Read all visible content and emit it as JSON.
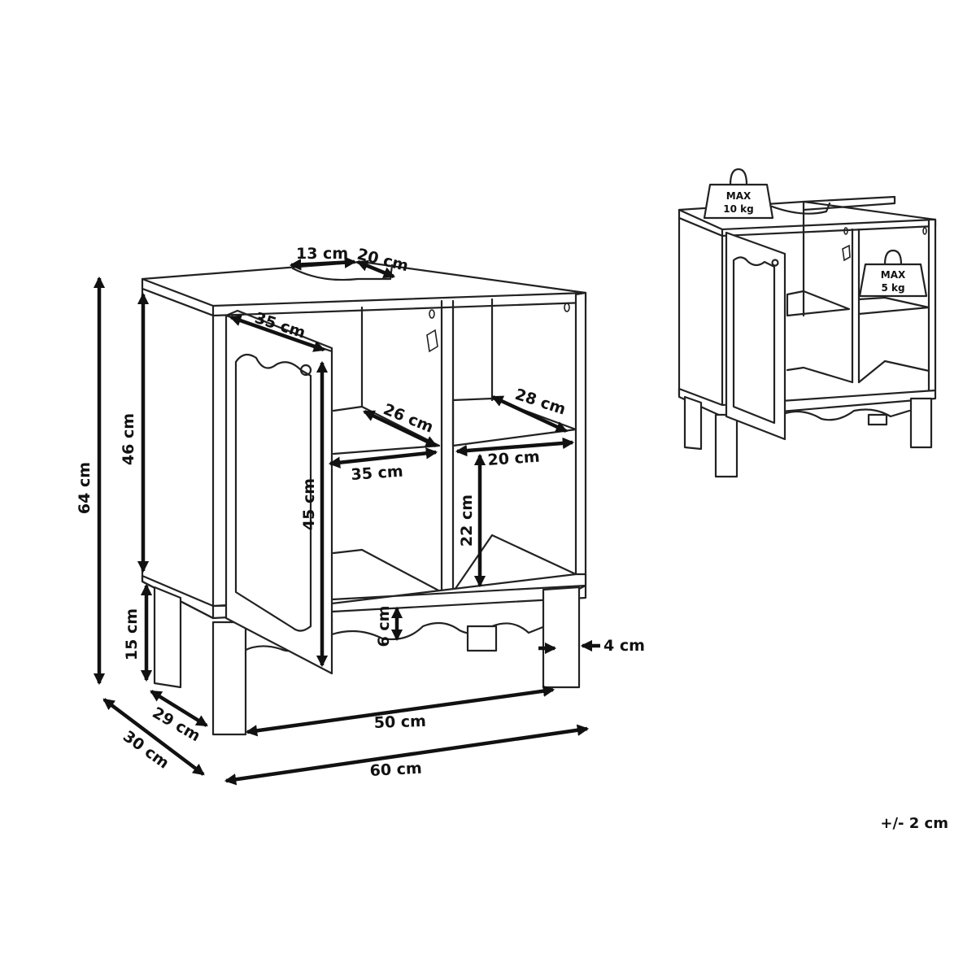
{
  "dimensions": {
    "top_opening_width": "13 cm",
    "top_opening_depth": "20 cm",
    "door_width": "35 cm",
    "upper_body_height": "46 cm",
    "total_height": "64 cm",
    "door_height": "45 cm",
    "left_shelf_depth": "26 cm",
    "left_shelf_width": "35 cm",
    "right_shelf_depth": "28 cm",
    "right_shelf_width": "20 cm",
    "right_compartment_height": "22 cm",
    "leg_height": "15 cm",
    "apron_height": "6 cm",
    "leg_width": "4 cm",
    "inner_depth": "29 cm",
    "outer_depth": "30 cm",
    "inner_width": "50 cm",
    "outer_width": "60 cm"
  },
  "weights": {
    "top": {
      "line1": "MAX",
      "line2": "10 kg"
    },
    "shelf": {
      "line1": "MAX",
      "line2": "5 kg"
    }
  },
  "tolerance": "+/- 2 cm"
}
